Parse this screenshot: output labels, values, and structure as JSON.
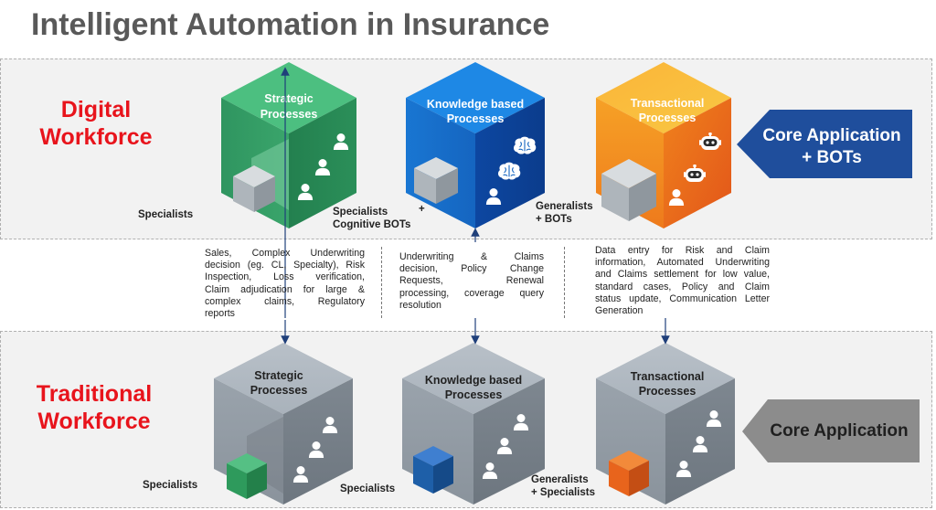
{
  "title": "Intelligent Automation in Insurance",
  "digital": {
    "label_line1": "Digital",
    "label_line2": "Workforce",
    "callout_line1": "Core Application",
    "callout_line2": "+ BOTs",
    "callout_color": "#1f4e9c",
    "cubes": [
      {
        "title1": "Strategic",
        "title2": "Processes",
        "color": "#3aa56b",
        "left_label": "Specialists",
        "right_label1": "Specialists",
        "right_label2": "Cognitive BOTs"
      },
      {
        "title1": "Knowledge based",
        "title2": "Processes",
        "color": "#1565c0",
        "plus": "+",
        "right_label1": "Generalists",
        "right_label2": "+ BOTs"
      },
      {
        "title1": "Transactional",
        "title2": "Processes",
        "color": "#f08a1c"
      }
    ]
  },
  "descriptions": [
    [
      "Sales, Complex Underwriting",
      "decision (eg. CL, Specialty), Risk",
      "Inspection, Loss verification,",
      "Claim adjudication for large &",
      "complex claims, Regulatory",
      "reports"
    ],
    [
      "Underwriting & Claims",
      "decision, Policy Change",
      "Requests, Renewal",
      "processing, coverage query",
      "resolution"
    ],
    [
      "Data entry for Risk and Claim",
      "information, Automated Underwriting",
      "and Claims settlement for low value,",
      "standard cases, Policy and Claim",
      "status update, Communication Letter",
      "Generation"
    ]
  ],
  "traditional": {
    "label_line1": "Traditional",
    "label_line2": "Workforce",
    "callout": "Core Application",
    "callout_color": "#8c8c8c",
    "cubes": [
      {
        "title1": "Strategic",
        "title2": "Processes",
        "small_color": "#2e9a5c",
        "left_label": "Specialists",
        "right_label": "Specialists"
      },
      {
        "title1": "Knowledge based",
        "title2": "Processes",
        "small_color": "#1e5fa8",
        "right_label1": "Generalists",
        "right_label2": "+ Specialists"
      },
      {
        "title1": "Transactional",
        "title2": "Processes",
        "small_color": "#e8641c"
      }
    ]
  }
}
